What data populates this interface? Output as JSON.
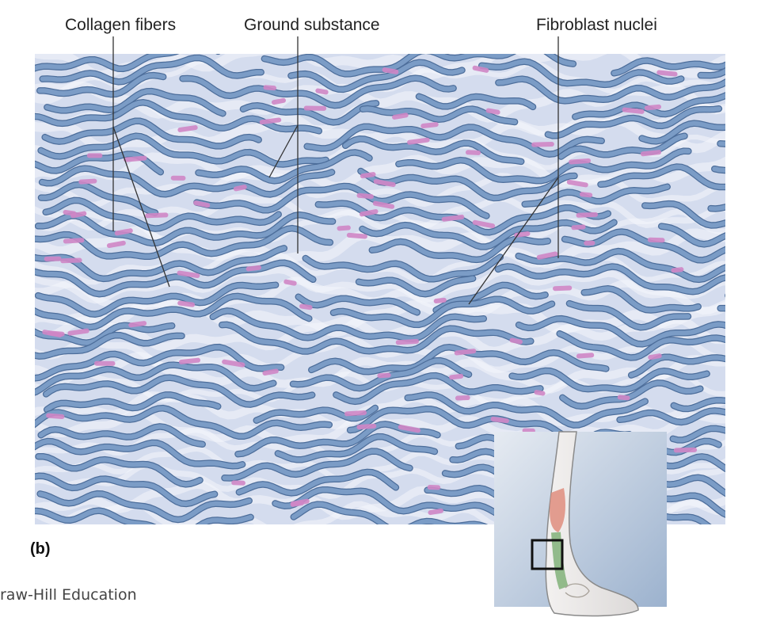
{
  "labels": {
    "collagen": "Collagen fibers",
    "ground": "Ground substance",
    "nuclei": "Fibroblast nuclei"
  },
  "panel_label": "(b)",
  "credit": "raw-Hill Education",
  "colors": {
    "background": "#d4dcee",
    "fiber": "#7b9cc6",
    "fiber_edge": "#4d6e9b",
    "nucleus": "#cf86c5",
    "leader": "#333333"
  }
}
